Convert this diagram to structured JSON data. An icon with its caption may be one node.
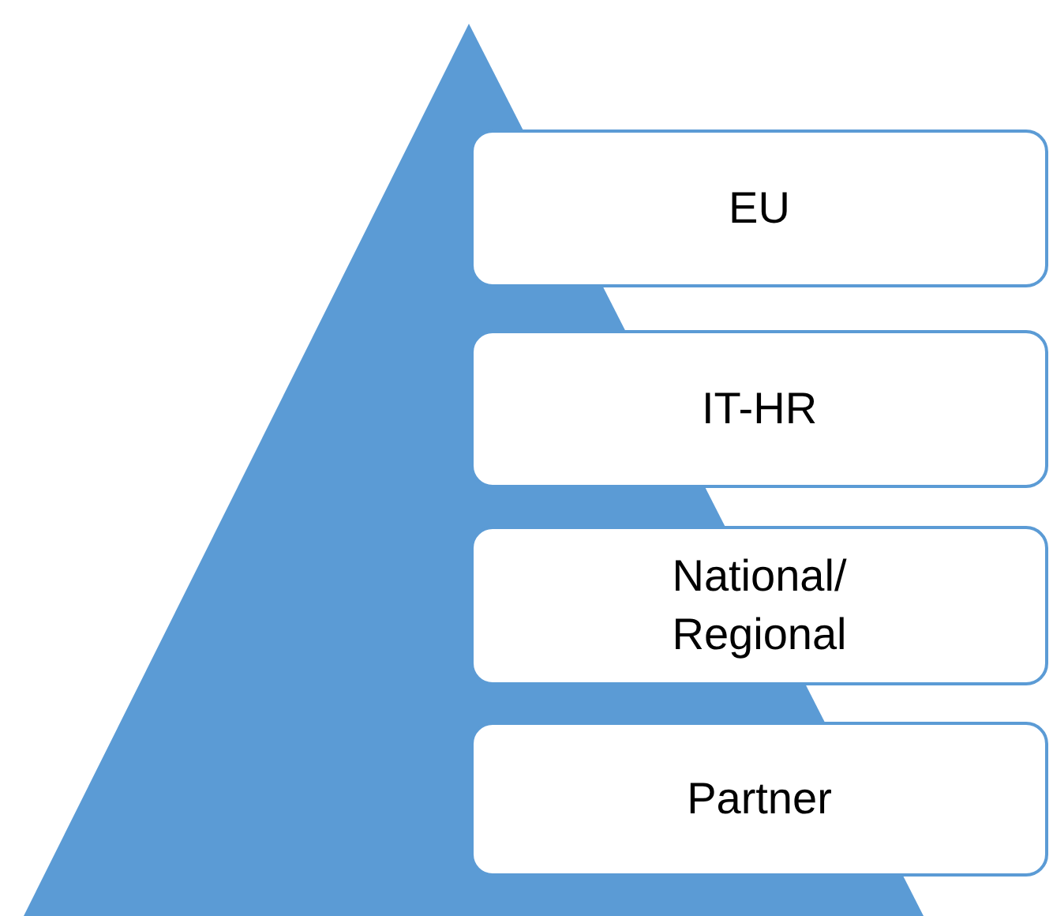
{
  "diagram": {
    "nodes": [
      {
        "text": [
          "EU"
        ]
      },
      {
        "text": [
          "IT-HR"
        ]
      },
      {
        "text": [
          "National/ Regional"
        ]
      },
      {
        "text": [
          "Partner"
        ]
      }
    ]
  }
}
